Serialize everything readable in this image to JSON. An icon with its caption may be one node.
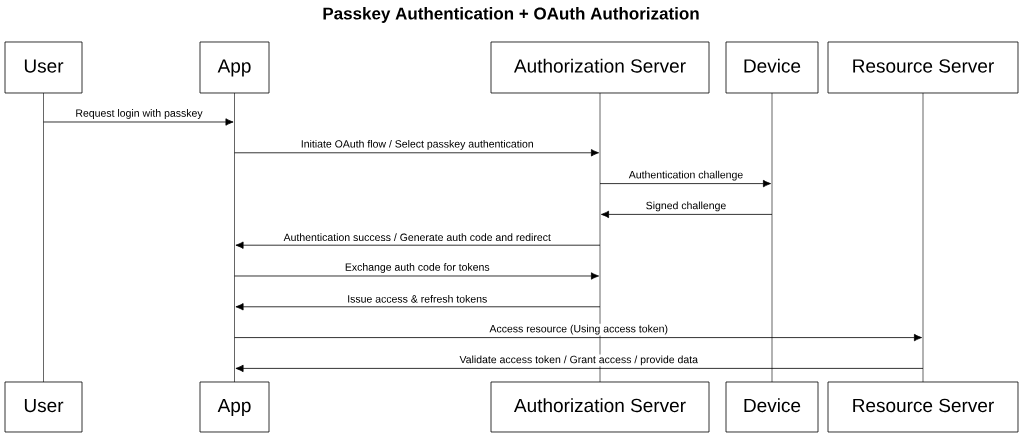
{
  "diagram": {
    "title": "Passkey Authentication + OAuth Authorization",
    "nodes": [
      {
        "text": [
          "User"
        ]
      },
      {
        "text": [
          "App"
        ]
      },
      {
        "text": [
          "Authorization Server"
        ]
      },
      {
        "text": [
          "Device"
        ]
      },
      {
        "text": [
          "Resource Server"
        ]
      },
      {
        "text": [
          "User"
        ]
      },
      {
        "text": [
          "App"
        ]
      },
      {
        "text": [
          "Authorization Server"
        ]
      },
      {
        "text": [
          "Device"
        ]
      },
      {
        "text": [
          "Resource Server"
        ]
      },
      {
        "text": [],
        "shape": "bar"
      },
      {
        "text": [],
        "shape": "bar"
      },
      {
        "text": [],
        "shape": "bar"
      },
      {
        "text": [],
        "shape": "bar"
      },
      {
        "text": [],
        "shape": "bar"
      }
    ],
    "edges": [
      {
        "from": 10,
        "to": 11,
        "arrow": "to",
        "label": "Request login with passkey"
      },
      {
        "from": 11,
        "to": 12,
        "arrow": "to",
        "label": "Initiate OAuth flow / Select passkey authentication"
      },
      {
        "from": 12,
        "to": 13,
        "arrow": "to",
        "label": "Authentication challenge"
      },
      {
        "from": 13,
        "to": 12,
        "arrow": "to",
        "label": "Signed challenge"
      },
      {
        "from": 12,
        "to": 11,
        "arrow": "to",
        "label": "Authentication success / Generate auth code and redirect"
      },
      {
        "from": 11,
        "to": 12,
        "arrow": "to",
        "label": "Exchange auth code for tokens"
      },
      {
        "from": 12,
        "to": 11,
        "arrow": "to",
        "label": "Issue access & refresh tokens"
      },
      {
        "from": 11,
        "to": 14,
        "arrow": "to",
        "label": "Access resource (Using access token)"
      },
      {
        "from": 14,
        "to": 11,
        "arrow": "to",
        "label": "Validate access token / Grant access / provide data"
      }
    ]
  }
}
